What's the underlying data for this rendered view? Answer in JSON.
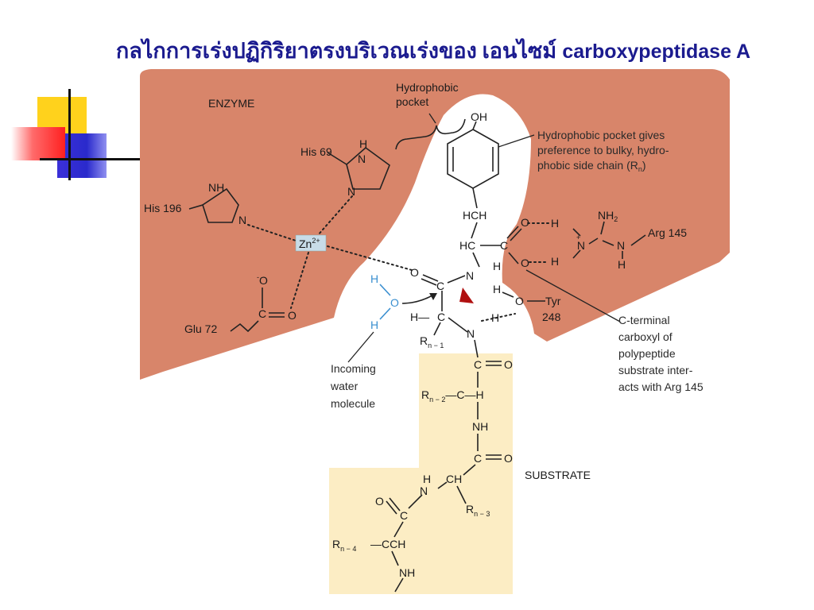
{
  "title": {
    "thai": "กลไกการเร่งปฏิกิริยาตรงบริเวณเร่งของ เอนไซม์",
    "latin": "carboxypeptidase A"
  },
  "colors": {
    "enzyme": "#d8856a",
    "substrate": "#fcedc4",
    "title": "#1b1b8f",
    "water": "#3a8fd0",
    "zinc_box": "#c8dce8",
    "arrow_red": "#b01010"
  },
  "labels": {
    "enzyme": "ENZYME",
    "hydrophobic_pocket_line1": "Hydrophobic",
    "hydrophobic_pocket_line2": "pocket",
    "pocket_note_line1": "Hydrophobic pocket gives",
    "pocket_note_line2": "preference to bulky, hydro-",
    "pocket_note_line3": "phobic side chain (R",
    "pocket_note_sub": "n",
    "pocket_note_end": ")",
    "his69": "His 69",
    "his196": "His 196",
    "glu72": "Glu 72",
    "arg145": "Arg 145",
    "tyr": "Tyr",
    "tyr_num": "248",
    "zinc": "Zn",
    "zinc_charge": "2+",
    "water_line1": "Incoming",
    "water_line2": "water",
    "water_line3": "molecule",
    "cterm_line1": "C-terminal",
    "cterm_line2": "carboxyl of",
    "cterm_line3": "polypeptide",
    "cterm_line4": "substrate inter-",
    "cterm_line5": "acts with Arg 145",
    "substrate": "SUBSTRATE"
  },
  "atoms": {
    "OH": "OH",
    "HCH": "HCH",
    "HC": "HC",
    "C": "C",
    "O": "O",
    "N": "N",
    "H": "H",
    "NH": "NH",
    "NH2": "NH",
    "two": "2",
    "CH": "CH",
    "plus": "+",
    "minus": "-",
    "Hdash": "H—",
    "Cdash": "—C",
    "dashH": "—H",
    "Odash": "O—",
    "Rn1": "R",
    "Rn1_sub": "n − 1",
    "Rn2": "R",
    "Rn2_sub": "n − 2",
    "Rn3": "R",
    "Rn3_sub": "n − 3",
    "Rn4": "R",
    "Rn4_sub": "n − 4"
  }
}
